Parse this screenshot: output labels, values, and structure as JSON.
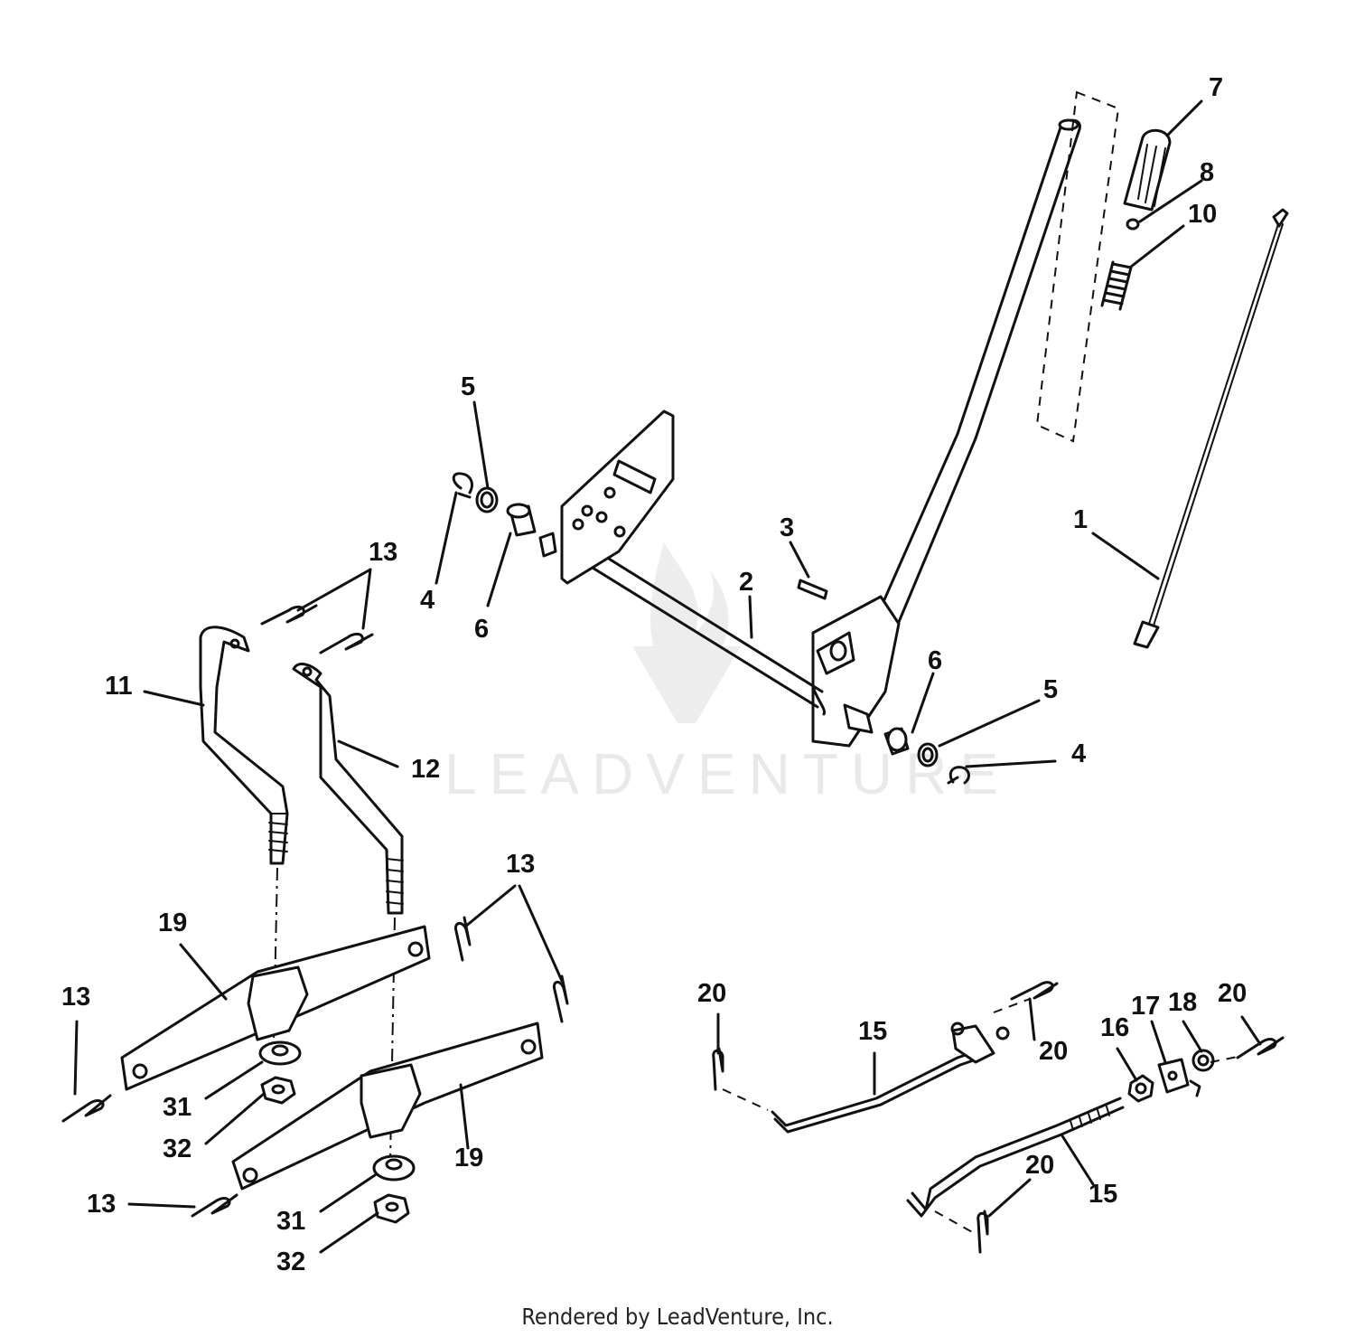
{
  "watermark": {
    "text": "LEADVENTURE"
  },
  "footer": {
    "text": "Rendered by LeadVenture, Inc."
  },
  "callouts": {
    "c1": "1",
    "c2": "2",
    "c3": "3",
    "c4a": "4",
    "c4b": "4",
    "c5a": "5",
    "c5b": "5",
    "c6a": "6",
    "c6b": "6",
    "c7": "7",
    "c8": "8",
    "c10": "10",
    "c11": "11",
    "c12": "12",
    "c13a": "13",
    "c13b": "13",
    "c13c": "13",
    "c13d": "13",
    "c15a": "15",
    "c15b": "15",
    "c16": "16",
    "c17": "17",
    "c18": "18",
    "c19a": "19",
    "c19b": "19",
    "c20a": "20",
    "c20b": "20",
    "c20c": "20",
    "c20d": "20",
    "c31a": "31",
    "c31b": "31",
    "c32a": "32",
    "c32b": "32"
  }
}
